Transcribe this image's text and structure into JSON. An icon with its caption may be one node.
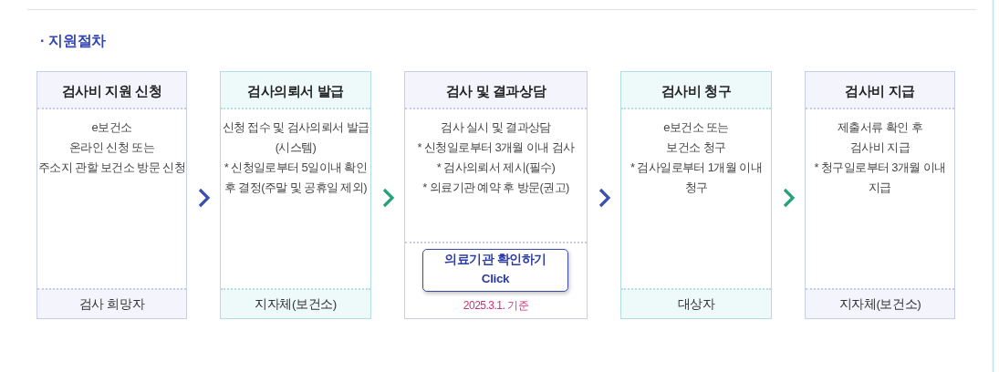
{
  "diagram": {
    "title": "· 지원절차",
    "nodes": [
      {
        "text": [
          "검사비 지원 신청",
          "e보건소 온라인 신청 또는 주소지 관할 보건소 방문 신청",
          "검사 희망자"
        ]
      },
      {
        "text": [
          "검사의뢰서 발급",
          "신청 접수 및 검사의뢰서 발급 (시스템)",
          "* 신청일로부터 5일이내 확인 후 결정(주말 및 공휴일 제외)",
          "지자체(보건소)"
        ]
      },
      {
        "text": [
          "검사 및 결과상담",
          "검사 실시 및 결과상담",
          "* 신청일로부터 3개월 이내 검사",
          "* 검사의뢰서 제시(필수)",
          "* 의료기관 예약 후 방문(권고)"
        ]
      },
      {
        "text": [
          "의료기관 확인하기 Click"
        ],
        "in": 2,
        "beside": [
          "2025.3.1. 기준"
        ]
      },
      {
        "text": [
          "검사비 청구",
          "e보건소 또는 보건소 청구",
          "* 검사일로부터 1개월 이내 청구",
          "대상자"
        ]
      },
      {
        "text": [
          "검사비 지급",
          "제출서류 확인 후 검사비 지급",
          "* 청구일로부터 3개월 이내 지급",
          "지자체(보건소)"
        ]
      }
    ],
    "edges": [
      {
        "from": 0,
        "to": 1,
        "arrow": "to"
      },
      {
        "from": 1,
        "to": 2,
        "arrow": "to",
        "color": "#22a37a"
      },
      {
        "from": 2,
        "to": 4,
        "arrow": "to"
      },
      {
        "from": 4,
        "to": 5,
        "arrow": "to",
        "color": "#22a37a"
      }
    ]
  }
}
